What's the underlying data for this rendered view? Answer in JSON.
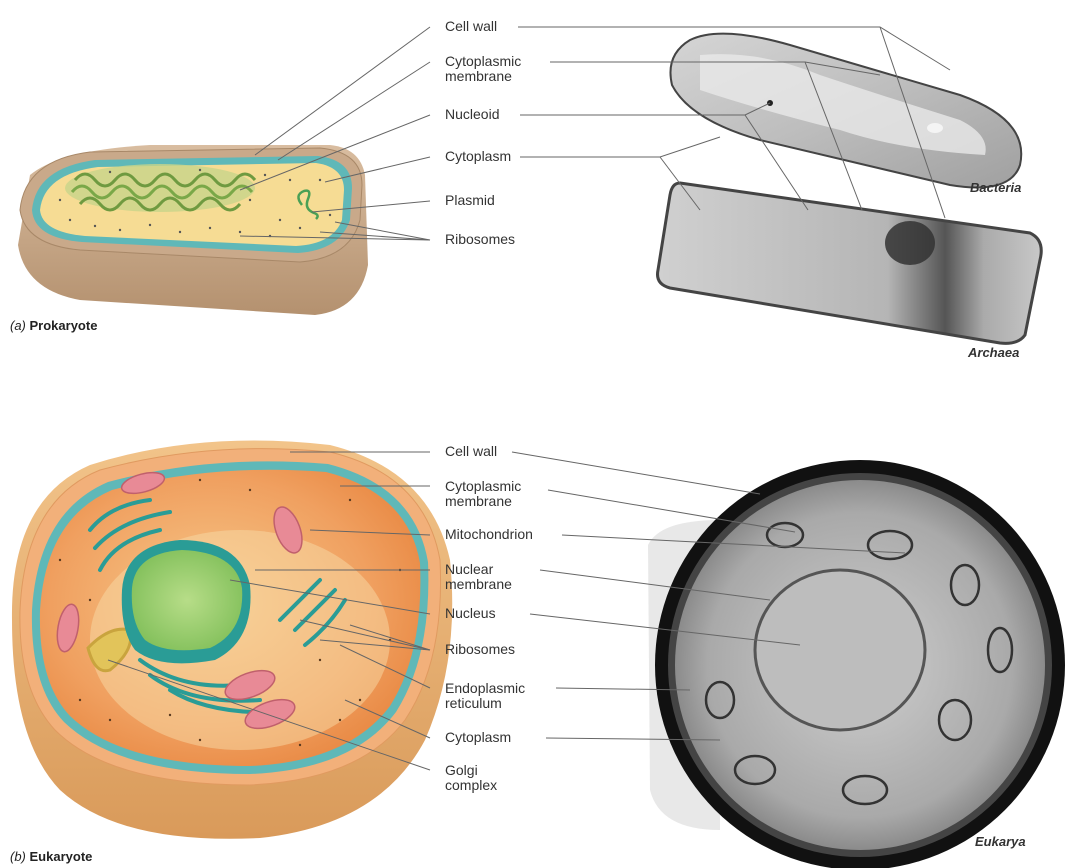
{
  "prokaryote": {
    "caption_letter": "(a)",
    "caption_text": "Prokaryote",
    "labels": [
      "Cell wall",
      "Cytoplasmic membrane",
      "Nucleoid",
      "Cytoplasm",
      "Plasmid",
      "Ribosomes"
    ],
    "domains": [
      "Bacteria",
      "Archaea"
    ]
  },
  "eukaryote": {
    "caption_letter": "(b)",
    "caption_text": "Eukaryote",
    "labels": [
      "Cell wall",
      "Cytoplasmic membrane",
      "Mitochondrion",
      "Nuclear membrane",
      "Nucleus",
      "Ribosomes",
      "Endoplasmic reticulum",
      "Cytoplasm",
      "Golgi complex"
    ],
    "domain": "Eukarya"
  },
  "colors": {
    "cell_wall": "#c9a98a",
    "membrane": "#5fb8b8",
    "cytoplasm_prokaryote": "#f6dc94",
    "cytoplasm_eukaryote": "#f0a060",
    "nucleus": "#8cc860",
    "mitochondrion": "#e88a96",
    "er": "#2a9c96",
    "golgi": "#e2c45a"
  }
}
